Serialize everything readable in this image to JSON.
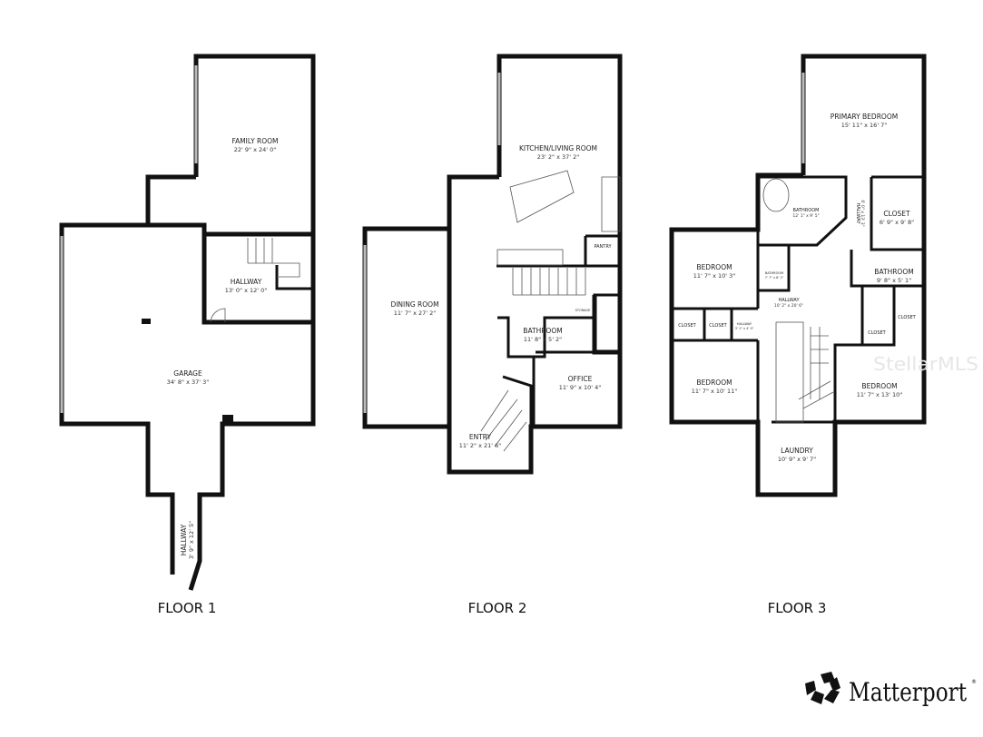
{
  "floors": [
    {
      "label": "FLOOR 1",
      "rooms": [
        {
          "name": "FAMILY ROOM",
          "dims": "22' 9\" x 24' 0\""
        },
        {
          "name": "HALLWAY",
          "dims": "13' 0\" x 12' 0\""
        },
        {
          "name": "GARAGE",
          "dims": "34' 8\" x 37' 3\""
        },
        {
          "name": "HALLWAY",
          "dims": "3' 9\" x 12' 5\""
        }
      ]
    },
    {
      "label": "FLOOR 2",
      "rooms": [
        {
          "name": "KITCHEN/LIVING ROOM",
          "dims": "23' 2\" x 37' 2\""
        },
        {
          "name": "PANTRY",
          "dims": ""
        },
        {
          "name": "DINING ROOM",
          "dims": "11' 7\" x 27' 2\""
        },
        {
          "name": "STORAGE",
          "dims": ""
        },
        {
          "name": "BATHROOM",
          "dims": "11' 8\" x 5' 2\""
        },
        {
          "name": "OFFICE",
          "dims": "11' 9\" x 10' 4\""
        },
        {
          "name": "ENTRY",
          "dims": "11' 2\" x 21' 6\""
        }
      ]
    },
    {
      "label": "FLOOR 3",
      "rooms": [
        {
          "name": "PRIMARY BEDROOM",
          "dims": "15' 11\" x 16' 7\""
        },
        {
          "name": "BATHROOM",
          "dims": "12' 1\" x 9' 5\""
        },
        {
          "name": "HALLWAY",
          "dims": "6' 0\" x 13' 3\""
        },
        {
          "name": "CLOSET",
          "dims": "6' 9\" x 9' 8\""
        },
        {
          "name": "BEDROOM",
          "dims": "11' 7\" x 10' 3\""
        },
        {
          "name": "BATHROOM",
          "dims": "7' 7\" x 8' 2\""
        },
        {
          "name": "BATHROOM",
          "dims": "9' 8\" x 5' 1\""
        },
        {
          "name": "HALLWAY",
          "dims": "10' 2\" x 20' 6\""
        },
        {
          "name": "CLOSET",
          "dims": ""
        },
        {
          "name": "CLOSET",
          "dims": ""
        },
        {
          "name": "HALLWAY",
          "dims": "3' 1\" x 4' 9\""
        },
        {
          "name": "CLOSET",
          "dims": ""
        },
        {
          "name": "CLOSET",
          "dims": ""
        },
        {
          "name": "BEDROOM",
          "dims": "11' 7\" x 10' 11\""
        },
        {
          "name": "BEDROOM",
          "dims": "11' 7\" x 13' 10\""
        },
        {
          "name": "LAUNDRY",
          "dims": "10' 9\" x 9' 7\""
        }
      ]
    }
  ],
  "watermark": "StellarMLS",
  "logo": {
    "text": "Matterport",
    "mark": "®",
    "icon": "matterport-logo-icon"
  }
}
